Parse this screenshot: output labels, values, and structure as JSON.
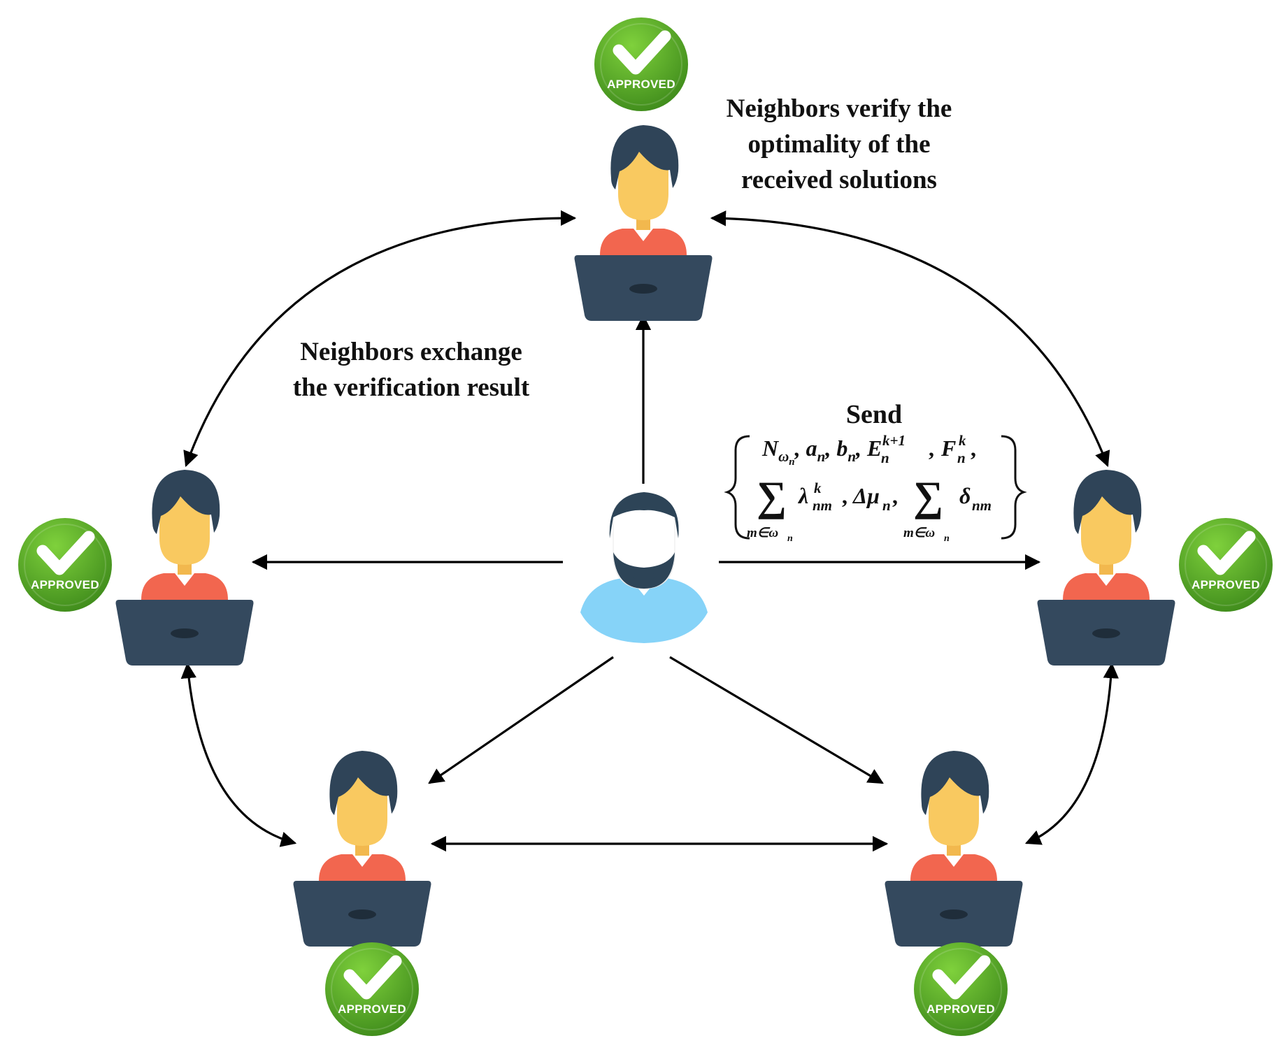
{
  "labels": {
    "verify": [
      "Neighbors verify the",
      "optimality of the",
      "received solutions"
    ],
    "exchange": [
      "Neighbors exchange",
      "the verification result"
    ],
    "send": "Send"
  },
  "badge": {
    "text": "APPROVED"
  },
  "formula": {
    "line1": [
      "N",
      "ω",
      "n",
      "a",
      "n",
      "b",
      "n",
      "E",
      "n",
      "k+1",
      "F",
      "n",
      "k"
    ],
    "line2": [
      "∑",
      "m∈ω",
      "n",
      "λ",
      "nm",
      "k",
      "Δμ",
      "n",
      "∑",
      "m∈ω",
      "n",
      "δ",
      "nm"
    ]
  },
  "colors": {
    "hair": "#2f4458",
    "face": "#f9c960",
    "shirt": "#f2664f",
    "laptop": "#34495e",
    "badge_dark": "#3f8a1c",
    "badge_light": "#6cbf2f",
    "center_shirt": "#86d3f8",
    "center_hair": "#2d4457",
    "arrow": "#000000"
  }
}
